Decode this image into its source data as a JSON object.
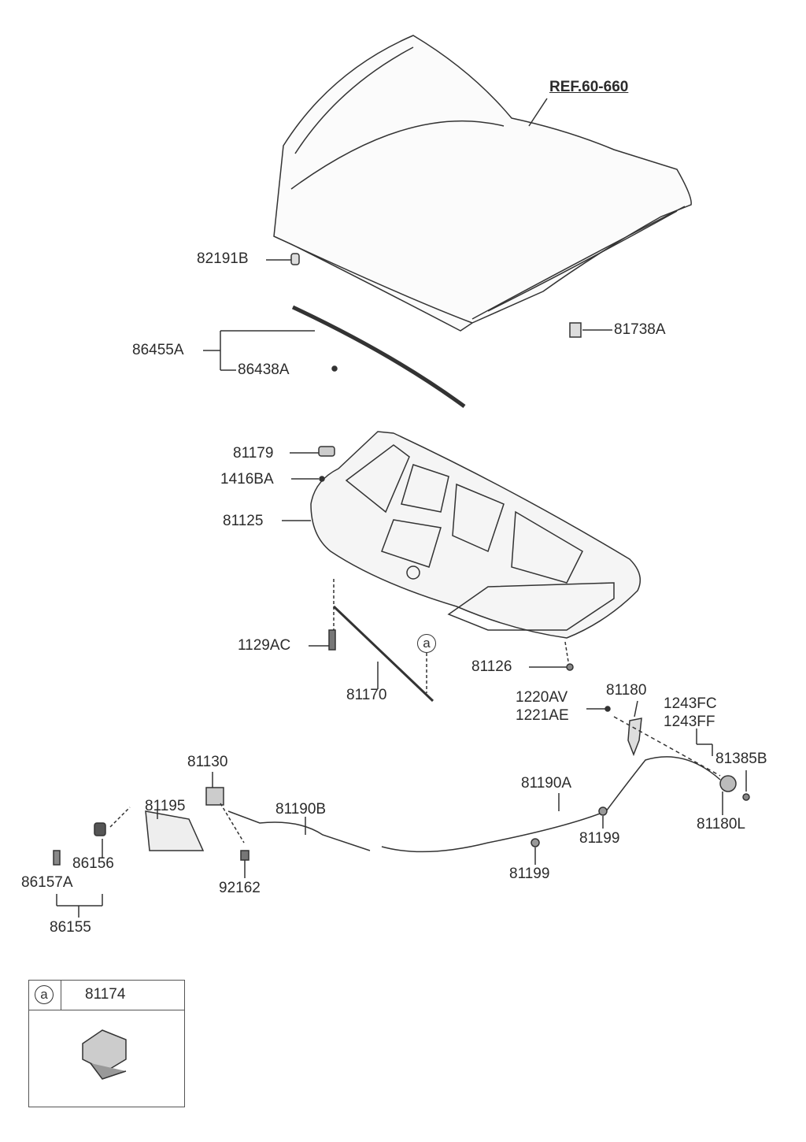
{
  "diagram": {
    "ref_label": "REF.60-660",
    "parts": {
      "p82191B": "82191B",
      "p86455A": "86455A",
      "p86438A": "86438A",
      "p81738A": "81738A",
      "p81179": "81179",
      "p1416BA": "1416BA",
      "p81125": "81125",
      "p1129AC": "1129AC",
      "p81126": "81126",
      "p81170": "81170",
      "p1220AV": "1220AV",
      "p1221AE": "1221AE",
      "p81180": "81180",
      "p1243FC": "1243FC",
      "p1243FF": "1243FF",
      "p81385B": "81385B",
      "p81180L": "81180L",
      "p81130": "81130",
      "p81195": "81195",
      "p81190B": "81190B",
      "p81190A": "81190A",
      "p81199a": "81199",
      "p81199b": "81199",
      "p86156": "86156",
      "p86157A": "86157A",
      "p86155": "86155",
      "p92162": "92162"
    },
    "callout": "a",
    "legend": {
      "marker": "a",
      "part": "81174"
    }
  }
}
